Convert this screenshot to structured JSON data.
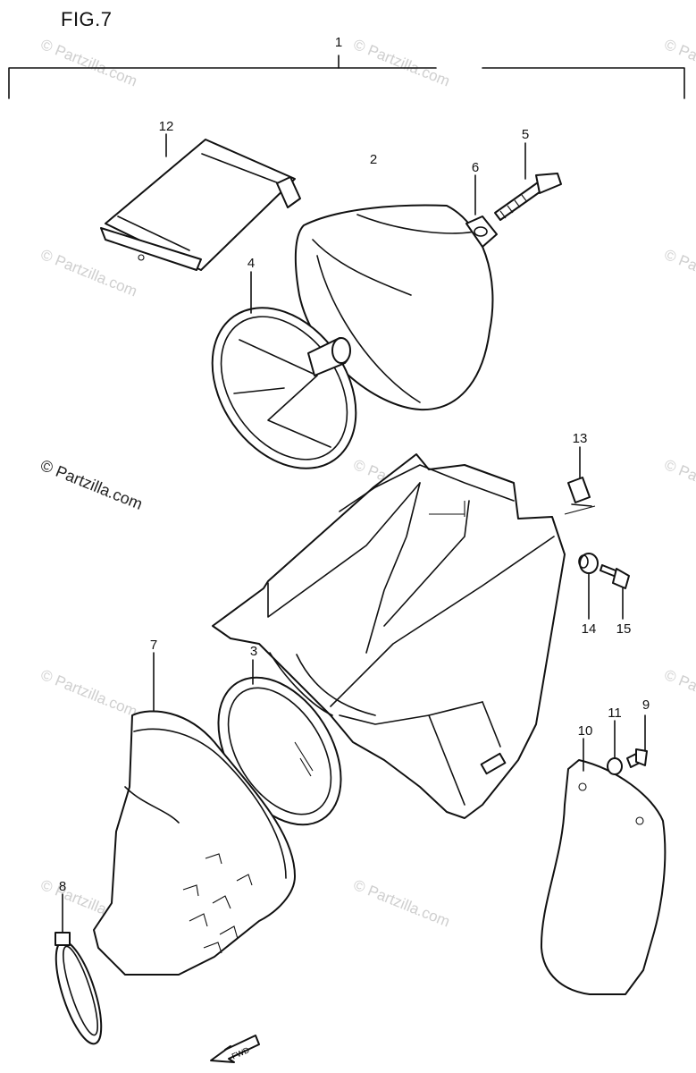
{
  "figure": {
    "title": "FIG.7"
  },
  "watermark": {
    "text": "© Partzilla.com"
  },
  "callouts": [
    {
      "id": "1",
      "label": "1"
    },
    {
      "id": "2",
      "label": "2"
    },
    {
      "id": "3",
      "label": "3"
    },
    {
      "id": "4",
      "label": "4"
    },
    {
      "id": "5",
      "label": "5"
    },
    {
      "id": "6",
      "label": "6"
    },
    {
      "id": "7",
      "label": "7"
    },
    {
      "id": "8",
      "label": "8"
    },
    {
      "id": "9",
      "label": "9"
    },
    {
      "id": "10",
      "label": "10"
    },
    {
      "id": "11",
      "label": "11"
    },
    {
      "id": "12",
      "label": "12"
    },
    {
      "id": "13",
      "label": "13"
    },
    {
      "id": "14",
      "label": "14"
    },
    {
      "id": "15",
      "label": "15"
    }
  ],
  "direction_marker": {
    "text": "FWD"
  }
}
